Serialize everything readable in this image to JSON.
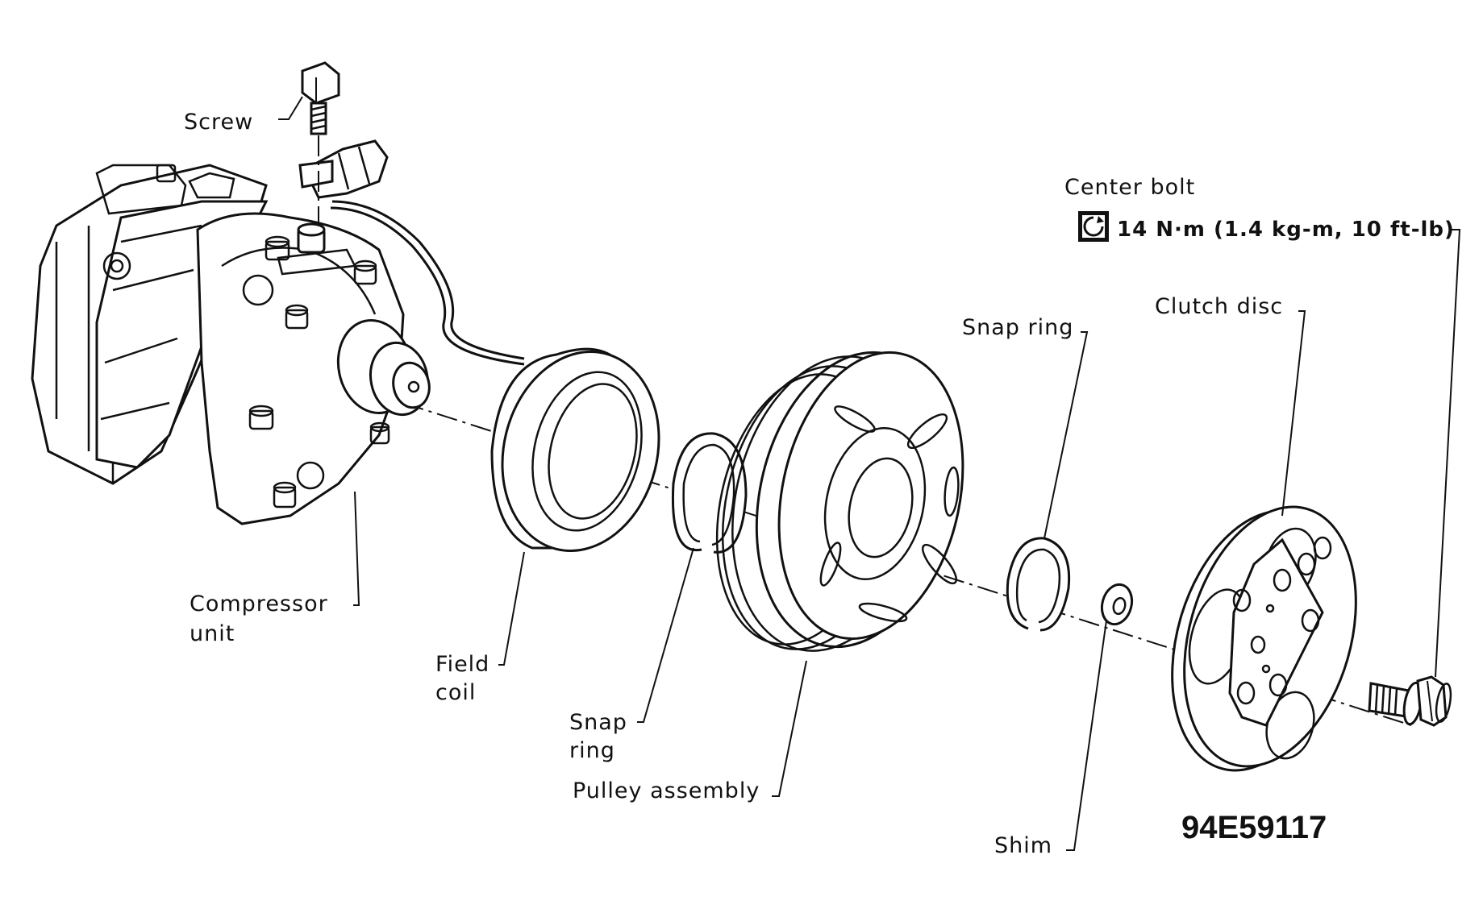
{
  "labels": {
    "screw": "Screw",
    "compressor_unit_1": "Compressor",
    "compressor_unit_2": "unit",
    "field_coil_1": "Field",
    "field_coil_2": "coil",
    "snap_ring_left_1": "Snap",
    "snap_ring_left_2": "ring",
    "pulley_assembly": "Pulley assembly",
    "snap_ring_right": "Snap ring",
    "shim": "Shim",
    "clutch_disc": "Clutch disc",
    "center_bolt": "Center bolt",
    "torque_spec": "14 N·m (1.4 kg-m, 10 ft-lb)",
    "figure_code": "94E59117"
  },
  "icons": {
    "torque": "torque-wrench-icon"
  }
}
